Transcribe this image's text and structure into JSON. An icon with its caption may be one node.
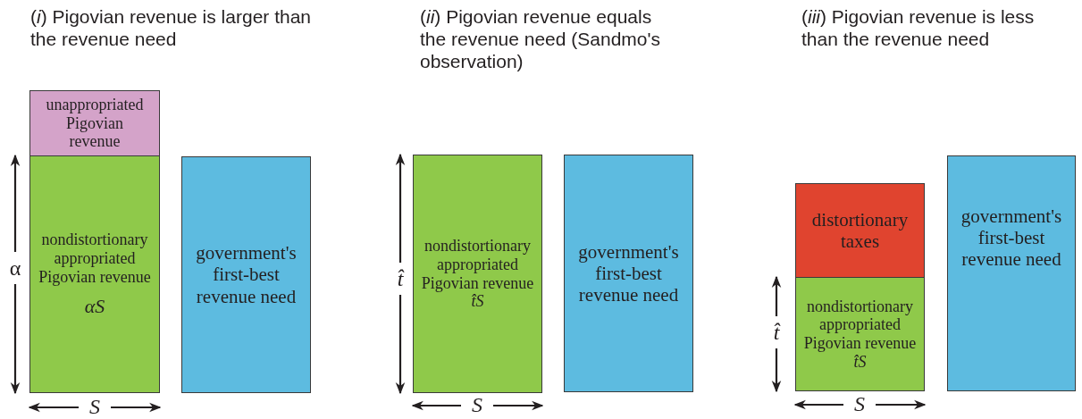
{
  "diagram": {
    "nodes": [
      {
        "text": [
          "unappropriated Pigovian revenue"
        ]
      },
      {
        "text": [
          "nondistortionary appropriated Pigovian revenue",
          "αS"
        ]
      },
      {
        "text": [
          "government's first-best revenue need"
        ]
      },
      {
        "text": [
          "nondistortionary appropriated Pigovian revenue *t̂S*"
        ]
      },
      {
        "text": [
          "government's first-best revenue need"
        ]
      },
      {
        "text": [
          "distortionary taxes"
        ]
      },
      {
        "text": [
          "nondistortionary appropriated Pigovian revenue *t̂S*"
        ]
      },
      {
        "text": [
          "government's first-best revenue need"
        ]
      }
    ],
    "labels": [
      "(*i*) Pigovian revenue is larger than the revenue need",
      "(*ii*) Pigovian revenue equals the revenue need (Sandmo's observation)",
      "(*iii*) Pigovian revenue is less than the revenue need",
      "α",
      "*S*",
      "*t̂*",
      "*S*",
      "*t̂*",
      "*S*"
    ]
  }
}
